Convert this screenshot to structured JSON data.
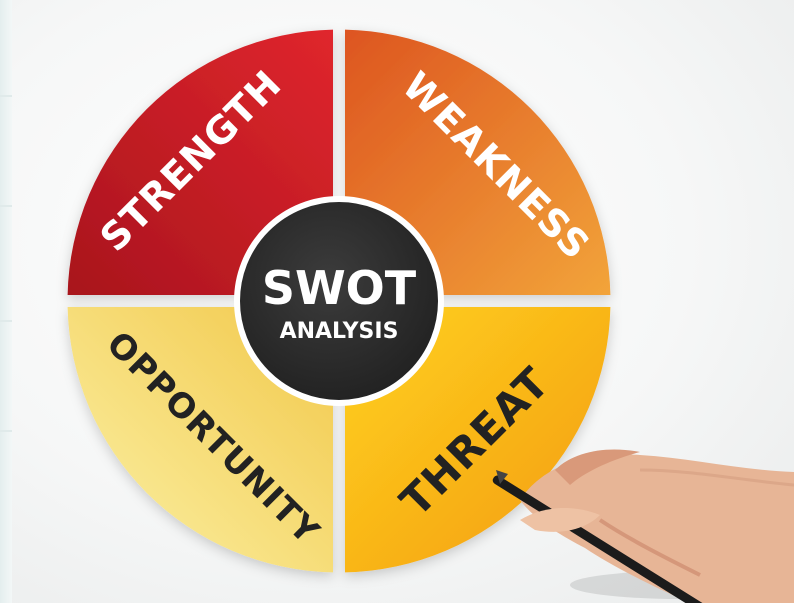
{
  "diagram": {
    "center": {
      "title": "SWOT",
      "subtitle": "ANALYSIS"
    },
    "quadrants": [
      {
        "key": "strength",
        "label": "STRENGTH",
        "color_light": "#e0262d",
        "color_dark": "#a8141d",
        "text_color": "#ffffff"
      },
      {
        "key": "weakness",
        "label": "WEAKNESS",
        "color_light": "#f08a2a",
        "color_dark": "#dd5520",
        "text_color": "#ffffff"
      },
      {
        "key": "opportunity",
        "label": "OPPORTUNITY",
        "color_light": "#fbf2a8",
        "color_dark": "#f2c84a",
        "text_color": "#222222"
      },
      {
        "key": "threat",
        "label": "THREAT",
        "color_light": "#ffd21e",
        "color_dark": "#f39a12",
        "text_color": "#222222"
      }
    ],
    "center_color": "#2b2b2b",
    "center_text_color": "#ffffff"
  }
}
